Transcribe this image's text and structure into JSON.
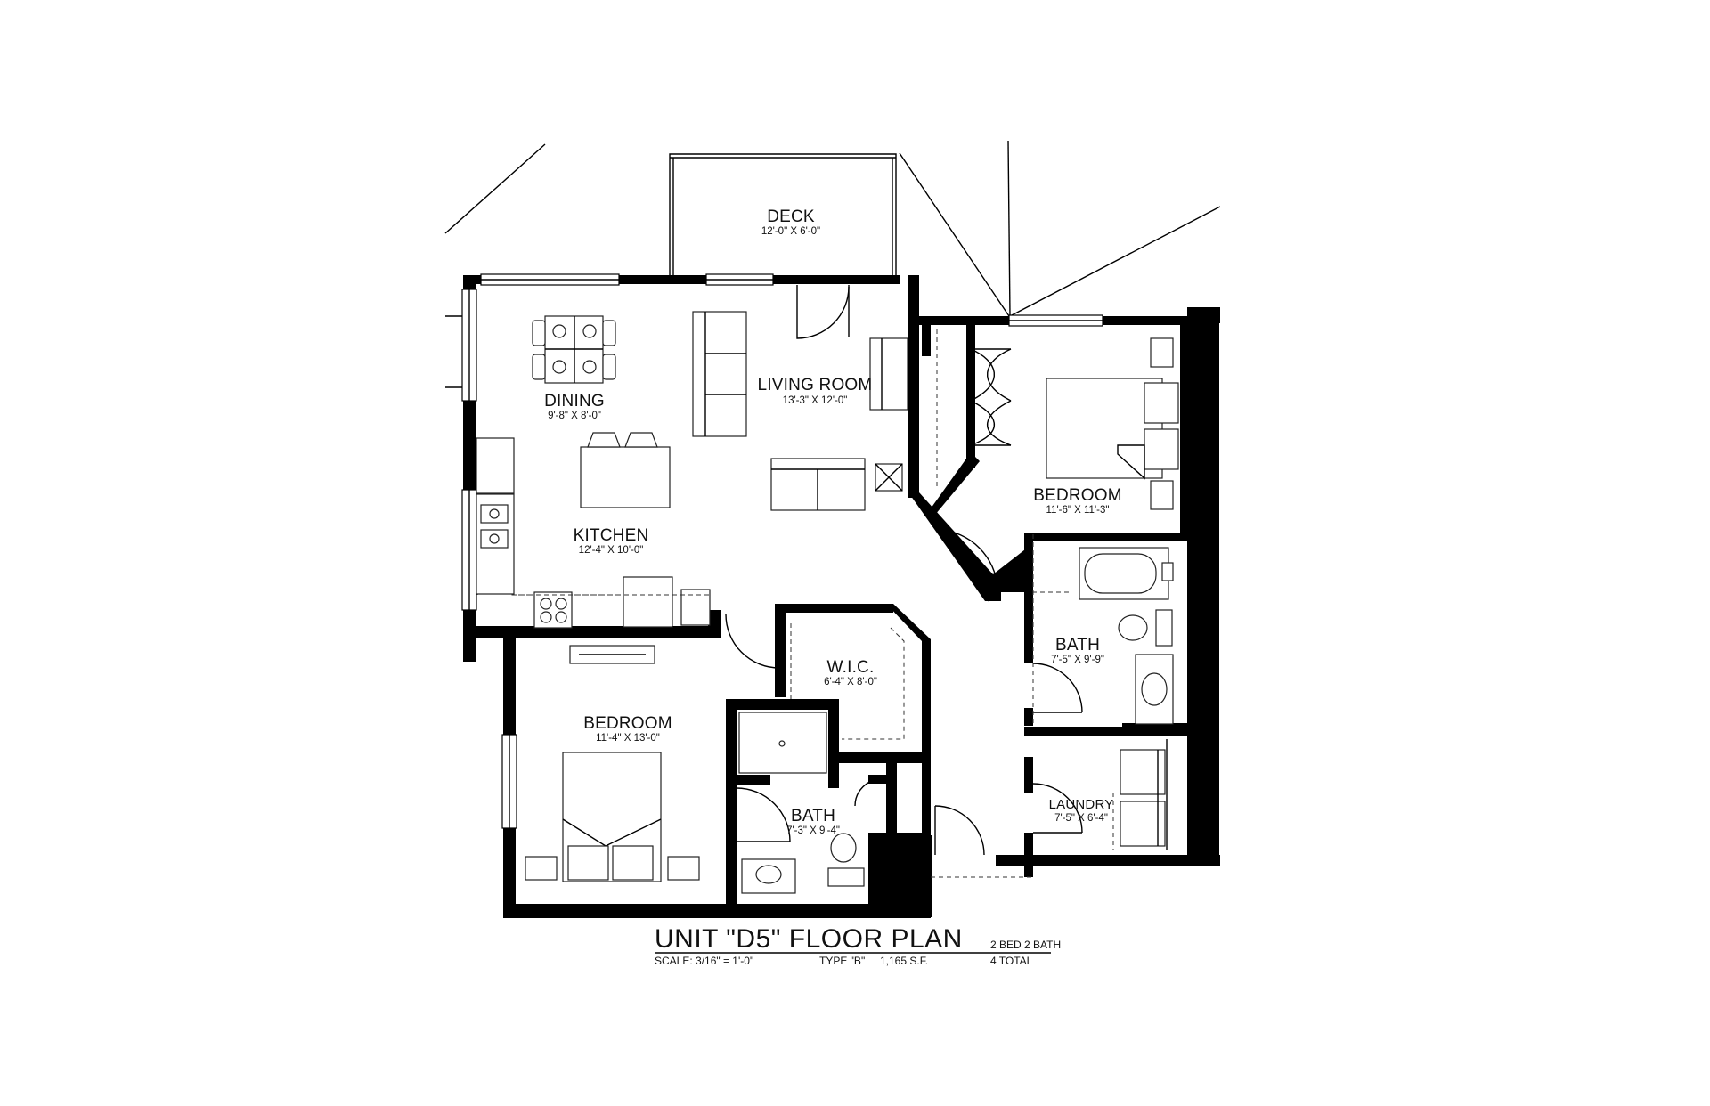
{
  "plan": {
    "title": "UNIT \"D5\" FLOOR PLAN",
    "beds_baths": "2 BED 2 BATH",
    "scale": "SCALE: 3/16\" = 1'-0\"",
    "type": "TYPE \"B\"",
    "area": "1,165 S.F.",
    "count": "4 TOTAL"
  },
  "rooms": {
    "deck": {
      "name": "DECK",
      "dim": "12'-0\" X 6'-0\""
    },
    "dining": {
      "name": "DINING",
      "dim": "9'-8\" X 8'-0\""
    },
    "living": {
      "name": "LIVING ROOM",
      "dim": "13'-3\" X 12'-0\""
    },
    "kitchen": {
      "name": "KITCHEN",
      "dim": "12'-4\" X 10'-0\""
    },
    "bedroom1": {
      "name": "BEDROOM",
      "dim": "11'-6\" X 11'-3\""
    },
    "bath1": {
      "name": "BATH",
      "dim": "7'-5\" X 9'-9\""
    },
    "laundry": {
      "name": "LAUNDRY",
      "dim": "7'-5\" X 6'-4\""
    },
    "wic": {
      "name": "W.I.C.",
      "dim": "6'-4\" X 8'-0\""
    },
    "bedroom2": {
      "name": "BEDROOM",
      "dim": "11'-4\" X 13'-0\""
    },
    "bath2": {
      "name": "BATH",
      "dim": "7'-3\" X 9'-4\""
    }
  }
}
